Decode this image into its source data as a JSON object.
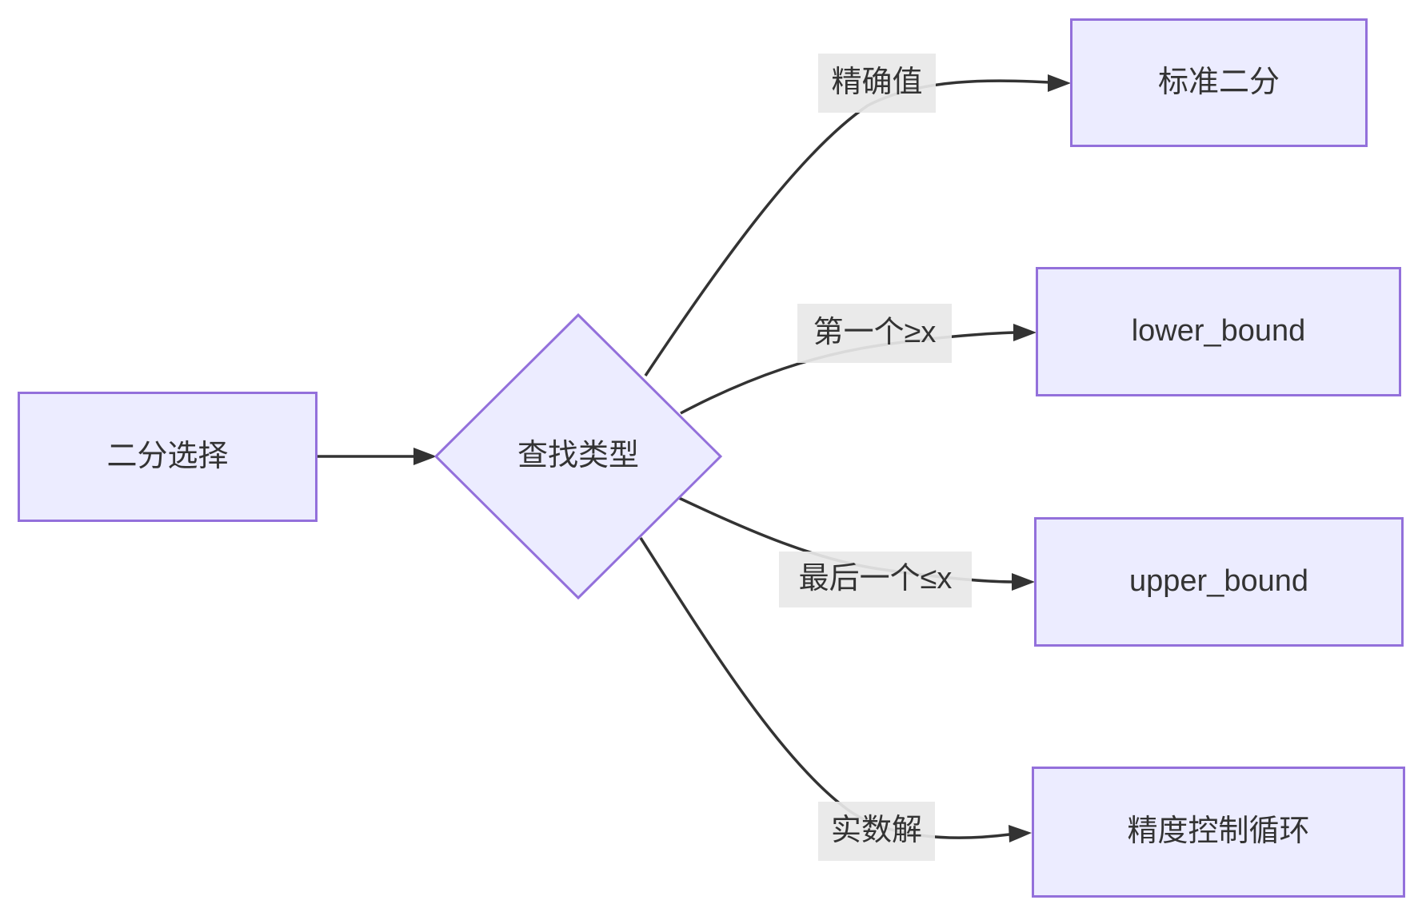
{
  "diagram": {
    "type": "flowchart-LR",
    "nodes": [
      {
        "id": "A",
        "label": "二分选择",
        "shape": "rectangle"
      },
      {
        "id": "B",
        "label": "查找类型",
        "shape": "diamond"
      },
      {
        "id": "C",
        "label": "标准二分",
        "shape": "rectangle"
      },
      {
        "id": "D",
        "label": "lower_bound",
        "shape": "rectangle"
      },
      {
        "id": "E",
        "label": "upper_bound",
        "shape": "rectangle"
      },
      {
        "id": "F",
        "label": "精度控制循环",
        "shape": "rectangle"
      }
    ],
    "edges": [
      {
        "from": "二分选择",
        "to": "查找类型",
        "label": ""
      },
      {
        "from": "查找类型",
        "to": "标准二分",
        "label": "精确值"
      },
      {
        "from": "查找类型",
        "to": "lower_bound",
        "label": "第一个≥x"
      },
      {
        "from": "查找类型",
        "to": "upper_bound",
        "label": "最后一个≤x"
      },
      {
        "from": "查找类型",
        "to": "精度控制循环",
        "label": "实数解"
      }
    ],
    "colors": {
      "node_fill": "#ECECFF",
      "node_border": "#9370DB",
      "edge_line": "#333333",
      "edge_label_bg": "#E8E8E8",
      "text": "#333333",
      "background": "#FFFFFF"
    }
  }
}
